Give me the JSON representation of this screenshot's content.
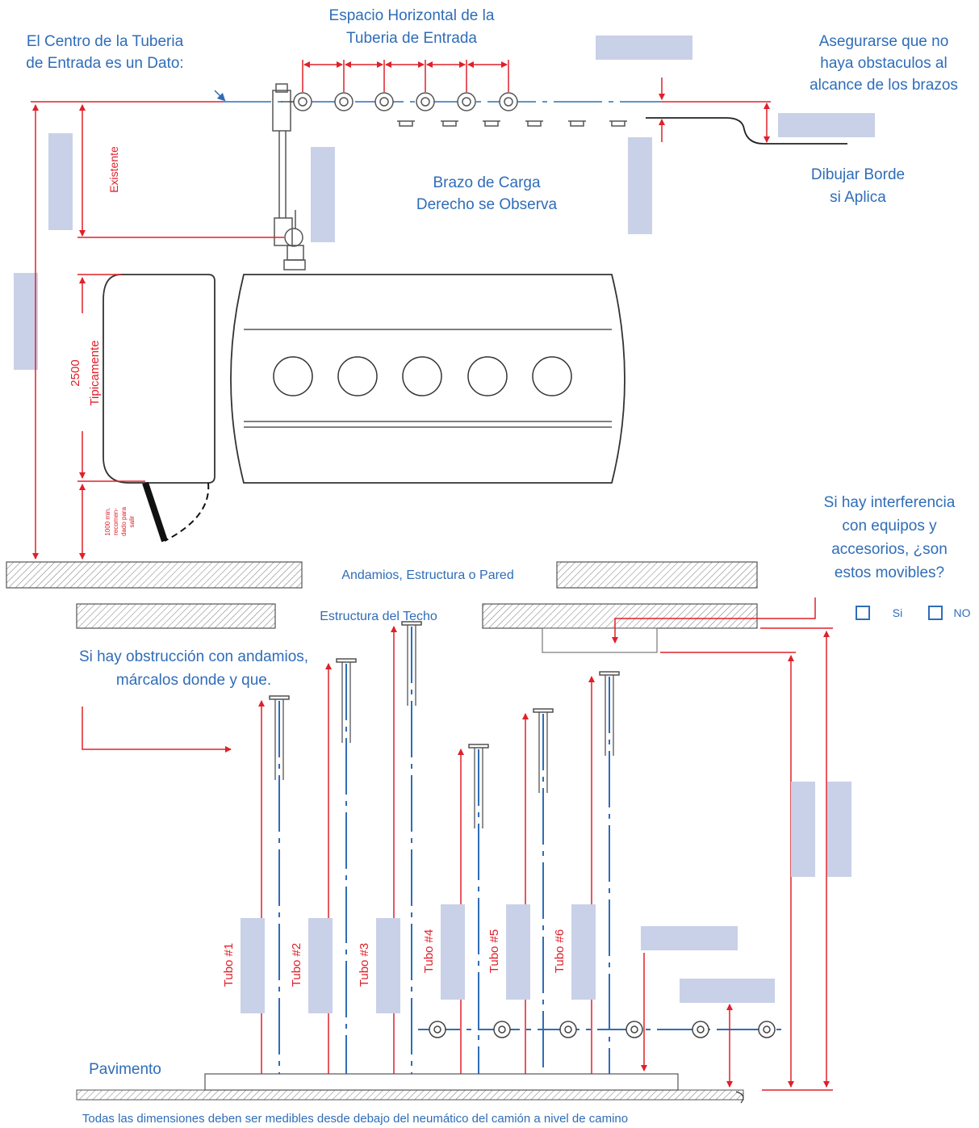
{
  "colors": {
    "annotation": "#2f6db8",
    "dimension": "#e0202a",
    "input_box": "#c9d1e8",
    "drawing": "#555555"
  },
  "top": {
    "center_pipe_line1": "El Centro de la Tuberia",
    "center_pipe_line2": "de Entrada es un Dato:",
    "horizontal_space_line1": "Espacio Horizontal de la",
    "horizontal_space_line2": "Tuberia de Entrada",
    "obstacles_line1": "Asegurarse que no",
    "obstacles_line2": "haya obstaculos al",
    "obstacles_line3": "alcance de los brazos",
    "arm_line1": "Brazo de Carga",
    "arm_line2": "Derecho se Observa",
    "edge_line1": "Dibujar Borde",
    "edge_line2": "si Aplica",
    "existing": "Existente",
    "typical_value": "2500",
    "typical_label": "Tipicamente",
    "exit_line1": "1000 min.",
    "exit_line2": "recomen-",
    "exit_line3": "dado para",
    "exit_line4": "salir"
  },
  "middle": {
    "scaffold": "Andamios, Estructura o Pared",
    "roof": "Estructura del Techo",
    "interference_line1": "Si hay interferencia",
    "interference_line2": "con equipos y",
    "interference_line3": "accesorios, ¿son",
    "interference_line4": "estos movibles?",
    "yes_label": "Si",
    "no_label": "NO",
    "obstruction_line1": "Si hay obstrucción con andamios,",
    "obstruction_line2": "márcalos donde y que."
  },
  "bottom": {
    "tubes": [
      "Tubo #1",
      "Tubo #2",
      "Tubo #3",
      "Tubo #4",
      "Tubo #5",
      "Tubo #6"
    ],
    "pavement": "Pavimento",
    "footer": "Todas las dimensiones deben ser medibles desde debajo del neumático del  camión a nivel de camino"
  }
}
